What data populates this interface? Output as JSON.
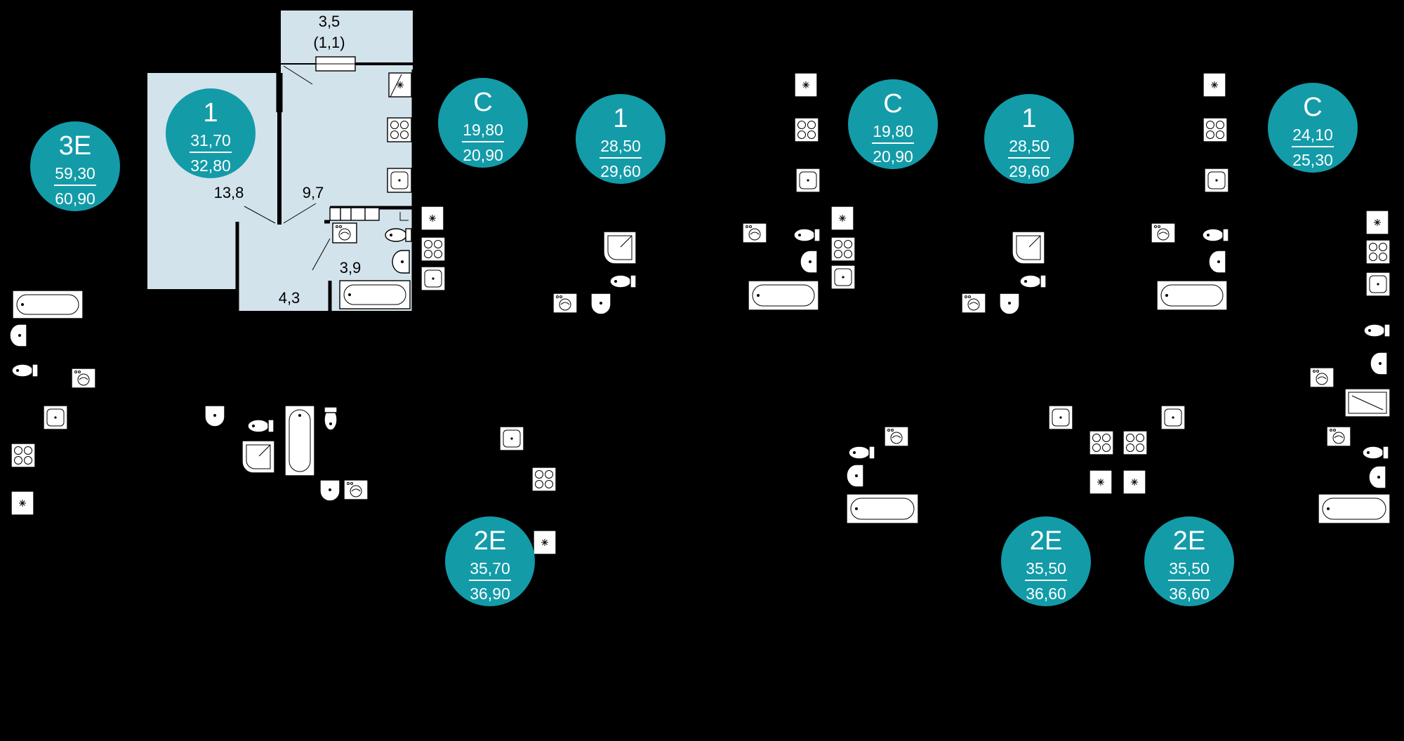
{
  "colors": {
    "background": "#000000",
    "badge_fill": "#139ba8",
    "badge_text": "#ffffff",
    "highlight_fill": "#d3e3ec",
    "wall": "#000000",
    "fixture_fill": "#ffffff"
  },
  "apartments": [
    {
      "type": "3E",
      "living_area": "59,30",
      "total_area": "60,90"
    },
    {
      "type": "1",
      "living_area": "31,70",
      "total_area": "32,80"
    },
    {
      "type": "C",
      "living_area": "19,80",
      "total_area": "20,90"
    },
    {
      "type": "1",
      "living_area": "28,50",
      "total_area": "29,60"
    },
    {
      "type": "C",
      "living_area": "19,80",
      "total_area": "20,90"
    },
    {
      "type": "1",
      "living_area": "28,50",
      "total_area": "29,60"
    },
    {
      "type": "C",
      "living_area": "24,10",
      "total_area": "25,30"
    },
    {
      "type": "2E",
      "living_area": "35,70",
      "total_area": "36,90"
    },
    {
      "type": "2E",
      "living_area": "35,50",
      "total_area": "36,60"
    },
    {
      "type": "2E",
      "living_area": "35,50",
      "total_area": "36,60"
    }
  ],
  "rooms": [
    {
      "area": "3,5",
      "sub": "(1,1)"
    },
    {
      "area": "13,8"
    },
    {
      "area": "9,7"
    },
    {
      "area": "3,9"
    },
    {
      "area": "4,3"
    }
  ],
  "icons": [
    "bathtub-icon",
    "sink-icon",
    "toilet-icon",
    "washing-machine-icon",
    "stove-icon",
    "ventilation-icon",
    "shower-icon"
  ]
}
